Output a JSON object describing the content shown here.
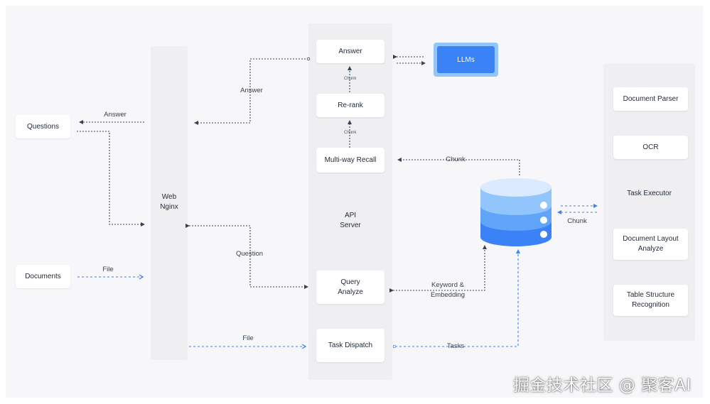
{
  "nodes": {
    "questions": "Questions",
    "documents": "Documents",
    "web_nginx": "Web\nNginx",
    "api_server": "API\nServer",
    "answer": "Answer",
    "rerank": "Re-rank",
    "multi_way_recall": "Multi-way Recall",
    "query_analyze": "Query\nAnalyze",
    "task_dispatch": "Task Dispatch",
    "llms": "LLMs",
    "document_parser": "Document Parser",
    "ocr": "OCR",
    "task_executor": "Task Executor",
    "document_layout_analyze": "Document Layout\nAnalyze",
    "table_structure_recognition": "Table Structure\nRecognition"
  },
  "edge_labels": {
    "answer_to_questions": "Answer",
    "answer_to_web": "Answer",
    "chunk_rerank_to_answer": "Chunk",
    "chunk_recall_to_rerank": "Chunk",
    "chunk_db_to_recall": "Chunk",
    "chunk_db_executor": "Chunk",
    "question_web_to_query": "Question",
    "file_documents_to_web": "File",
    "file_web_to_dispatch": "File",
    "keyword_embedding": "Keyword &\nEmbedding",
    "tasks": "Tasks"
  },
  "watermark": "掘金技术社区 @ 聚客AI",
  "colors": {
    "background": "#f7f7f9",
    "column": "#efeff2",
    "dark_line": "#374151",
    "blue_line": "#3b82f6",
    "llm_outer": "#93c5fd",
    "llm_inner": "#3b82f6",
    "db_top": "#dbeafe",
    "db_mid": "#93c5fd",
    "db_low": "#60a5fa",
    "db_bottom": "#3b82f6"
  }
}
